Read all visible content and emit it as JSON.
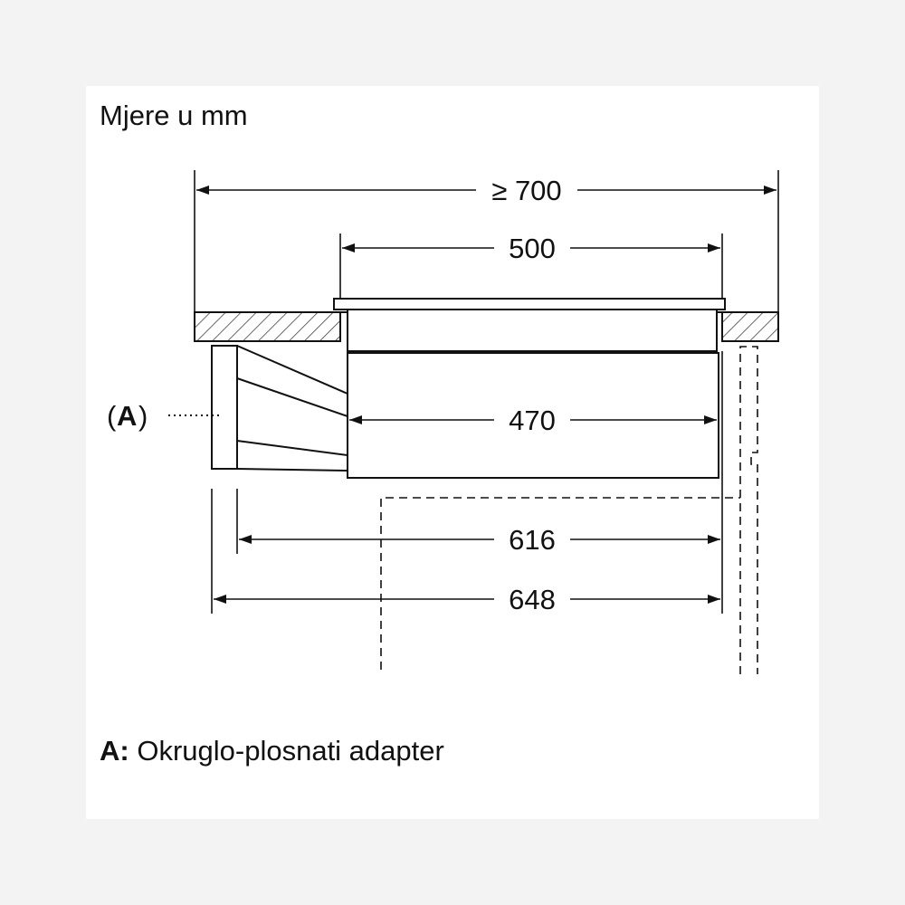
{
  "caption": "Mjere u mm",
  "dimensions": {
    "overall_min": "≥ 700",
    "top_width": "500",
    "body_width": "470",
    "depth_adapter_inner": "616",
    "depth_adapter_outer": "648"
  },
  "callout": {
    "open": "(",
    "letter": "A",
    "close": ")"
  },
  "legend": {
    "key": "A:",
    "text": "Okruglo-plosnati adapter"
  },
  "colors": {
    "line": "#111111",
    "background": "#ffffff",
    "frame": "#f3f3f3"
  }
}
